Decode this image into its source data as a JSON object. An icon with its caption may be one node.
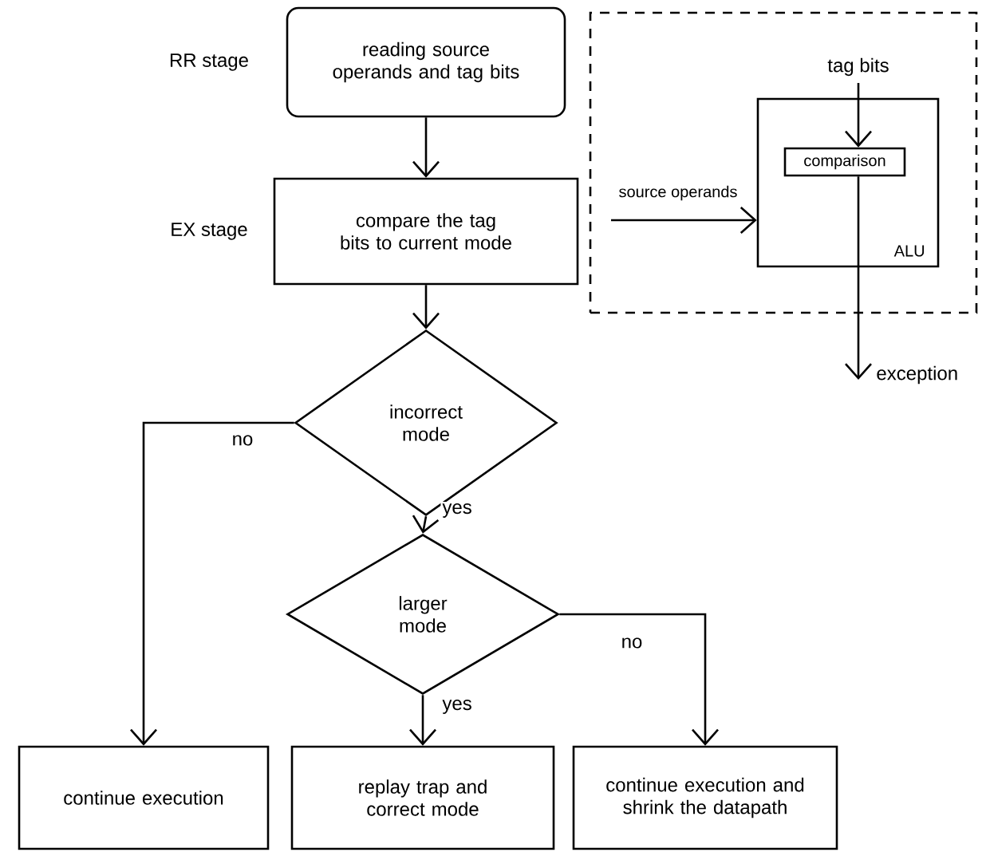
{
  "diagram": {
    "nodes": [
      {
        "text": [
          "reading source operands and tag bits"
        ],
        "beside": [
          "RR stage"
        ]
      },
      {
        "text": [
          "compare the tag bits to current mode"
        ],
        "beside": [
          "EX stage"
        ]
      },
      {
        "text": [
          "incorrect mode"
        ]
      },
      {
        "text": [
          "larger mode"
        ]
      },
      {
        "text": [
          "continue execution"
        ]
      },
      {
        "text": [
          "replay trap and correct mode"
        ]
      },
      {
        "text": [
          "continue execution and shrink the datapath"
        ]
      },
      {
        "text": [],
        "shape": "box"
      },
      {
        "text": [
          "ALU"
        ],
        "in": 7
      },
      {
        "text": [
          "comparison"
        ],
        "in": 8
      }
    ],
    "edges": [
      {
        "from": 0,
        "to": 1,
        "arrow": "to"
      },
      {
        "from": 1,
        "to": 2,
        "arrow": "to"
      },
      {
        "from": 2,
        "to": 4,
        "arrow": "to",
        "label": "no"
      },
      {
        "from": 2,
        "to": 3,
        "arrow": "to",
        "label": "yes"
      },
      {
        "from": 3,
        "to": 5,
        "arrow": "to",
        "label": "yes"
      },
      {
        "from": 3,
        "to": 6,
        "arrow": "to",
        "label": "no"
      },
      {
        "from": null,
        "to": 8,
        "arrow": "to",
        "label": "source operands"
      },
      {
        "from": null,
        "to": 9,
        "arrow": "to",
        "label": "tag bits"
      },
      {
        "from": 9,
        "to": null,
        "arrow": "to",
        "label": "exception"
      }
    ]
  }
}
